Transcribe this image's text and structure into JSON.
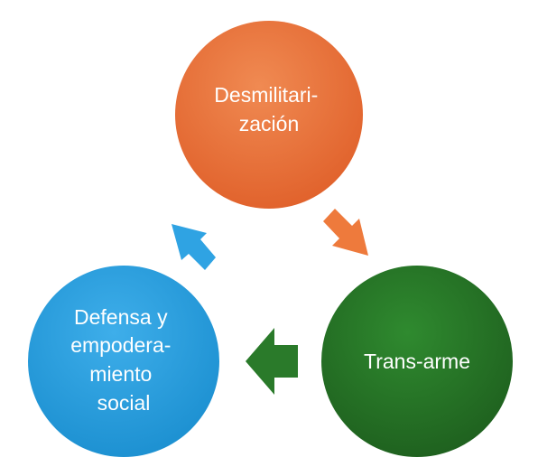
{
  "diagram": {
    "type": "cycle",
    "nodes": [
      {
        "id": "desmilitarizacion",
        "lines": [
          "Desmilitari-",
          "zación"
        ],
        "color_light": "#f08a52",
        "color_dark": "#e0602a"
      },
      {
        "id": "trans-arme",
        "lines": [
          "Trans-arme"
        ],
        "color_light": "#2f8a2f",
        "color_dark": "#1e5f1e"
      },
      {
        "id": "defensa",
        "lines": [
          "Defensa y",
          "empodera-",
          "miento",
          "social"
        ],
        "color_light": "#3eaeea",
        "color_dark": "#1b8fd0"
      }
    ],
    "arrows": [
      {
        "from": "desmilitarizacion",
        "to": "trans-arme",
        "color": "#ee7a3c"
      },
      {
        "from": "trans-arme",
        "to": "defensa",
        "color": "#2a7a2a"
      },
      {
        "from": "defensa",
        "to": "desmilitarizacion",
        "color": "#2fa3e3"
      }
    ]
  }
}
